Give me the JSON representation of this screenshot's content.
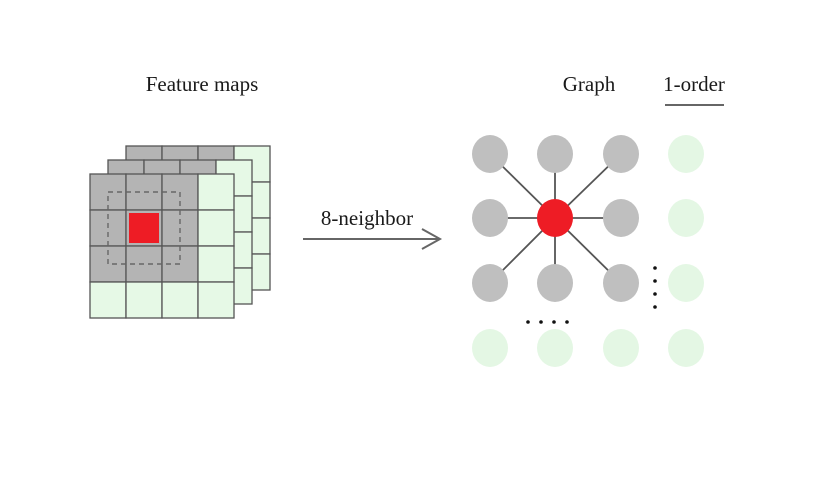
{
  "labels": {
    "feature_maps": "Feature maps",
    "arrow": "8-neighbor",
    "graph": "Graph",
    "order": "1-order"
  },
  "colors": {
    "gray_cell": "#b4b4b4",
    "green_cell": "#e6f9e6",
    "center_red": "#ee1c25",
    "grid_line": "#555555",
    "gray_node": "#bfbfbf",
    "green_node": "#e4f7e4",
    "edge": "#555555"
  },
  "feature_map": {
    "grid_size": 4,
    "layers": 3,
    "center_cell": [
      1,
      1
    ],
    "gray_block": 3
  },
  "graph": {
    "rows": 4,
    "cols": 4,
    "center_node": [
      1,
      1
    ],
    "gray_rows": 3,
    "gray_cols": 3
  }
}
